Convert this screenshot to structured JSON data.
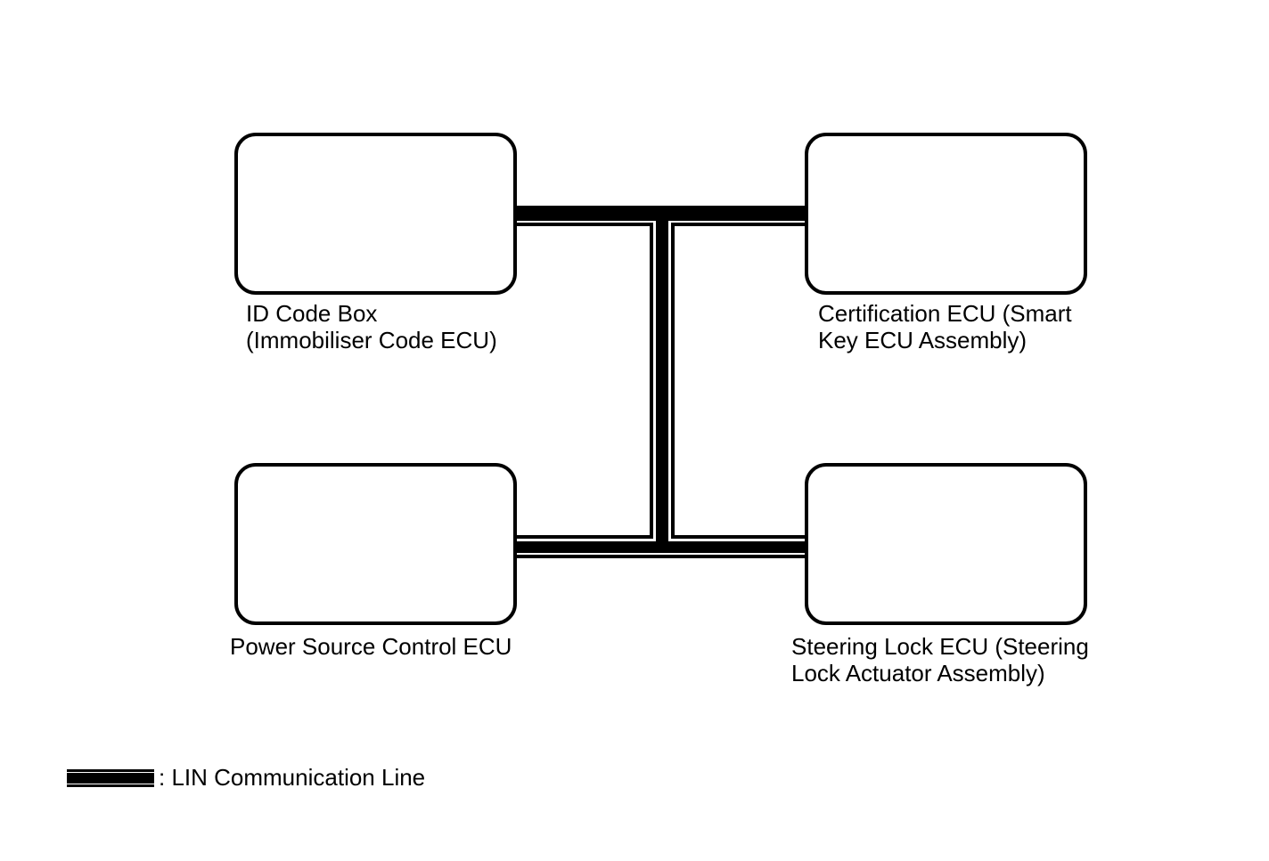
{
  "diagram": {
    "type": "block-communication-diagram",
    "background_color": "#ffffff",
    "line_color": "#000000",
    "nodes": [
      {
        "name": "id-code-box",
        "label_lines": [
          "ID Code Box",
          "(Immobiliser Code ECU)"
        ]
      },
      {
        "name": "certification-ecu",
        "label_lines": [
          "Certification ECU (Smart",
          "Key ECU Assembly)"
        ]
      },
      {
        "name": "power-source-control-ecu",
        "label_lines": [
          "Power Source Control ECU"
        ]
      },
      {
        "name": "steering-lock-ecu",
        "label_lines": [
          "Steering Lock ECU (Steering",
          "Lock Actuator Assembly)"
        ]
      }
    ],
    "connections": [
      {
        "from": "id-code-box",
        "to": "certification-ecu",
        "line": "LIN"
      },
      {
        "from": "power-source-control-ecu",
        "to": "steering-lock-ecu",
        "line": "LIN"
      },
      {
        "from": "top-bus",
        "to": "bottom-bus",
        "line": "LIN"
      }
    ],
    "legend": {
      "swatch": "lin-communication-line-swatch",
      "label": ": LIN Communication Line",
      "color": "#000000"
    }
  }
}
